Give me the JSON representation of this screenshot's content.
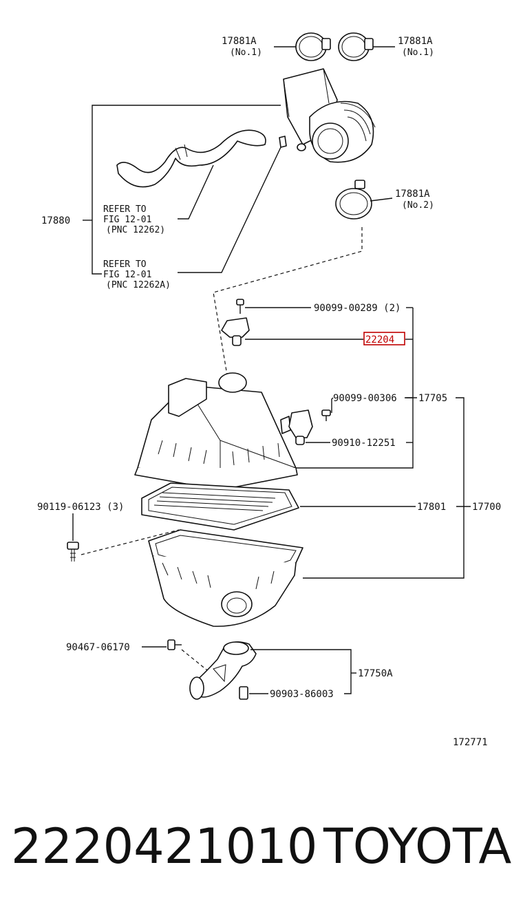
{
  "labels": {
    "clamp_tl": "17881A",
    "clamp_tl_sub": "(No.1)",
    "clamp_tr": "17881A",
    "clamp_tr_sub": "(No.1)",
    "clamp_mid": "17881A",
    "clamp_mid_sub": "(No.2)",
    "group_17880": "17880",
    "refer1_l1": "REFER TO",
    "refer1_l2": "FIG 12-01",
    "refer1_l3": "(PNC 12262)",
    "refer2_l1": "REFER TO",
    "refer2_l2": "FIG 12-01",
    "refer2_l3": "(PNC 12262A)",
    "bolt_289": "90099-00289 (2)",
    "sensor_22204": "22204",
    "bolt_306": "90099-00306",
    "group_17705": "17705",
    "valve_251": "90910-12251",
    "filter_17801": "17801",
    "group_17700": "17700",
    "clip_123": "90119-06123 (3)",
    "bolt_170": "90467-06170",
    "group_17750A": "17750A",
    "clip_003": "90903-86003",
    "diagram_number": "172771"
  },
  "footer": {
    "part_number": "2220421010",
    "brand": "TOYOTA"
  },
  "colors": {
    "highlight": "#c00000",
    "ink": "#111111"
  }
}
